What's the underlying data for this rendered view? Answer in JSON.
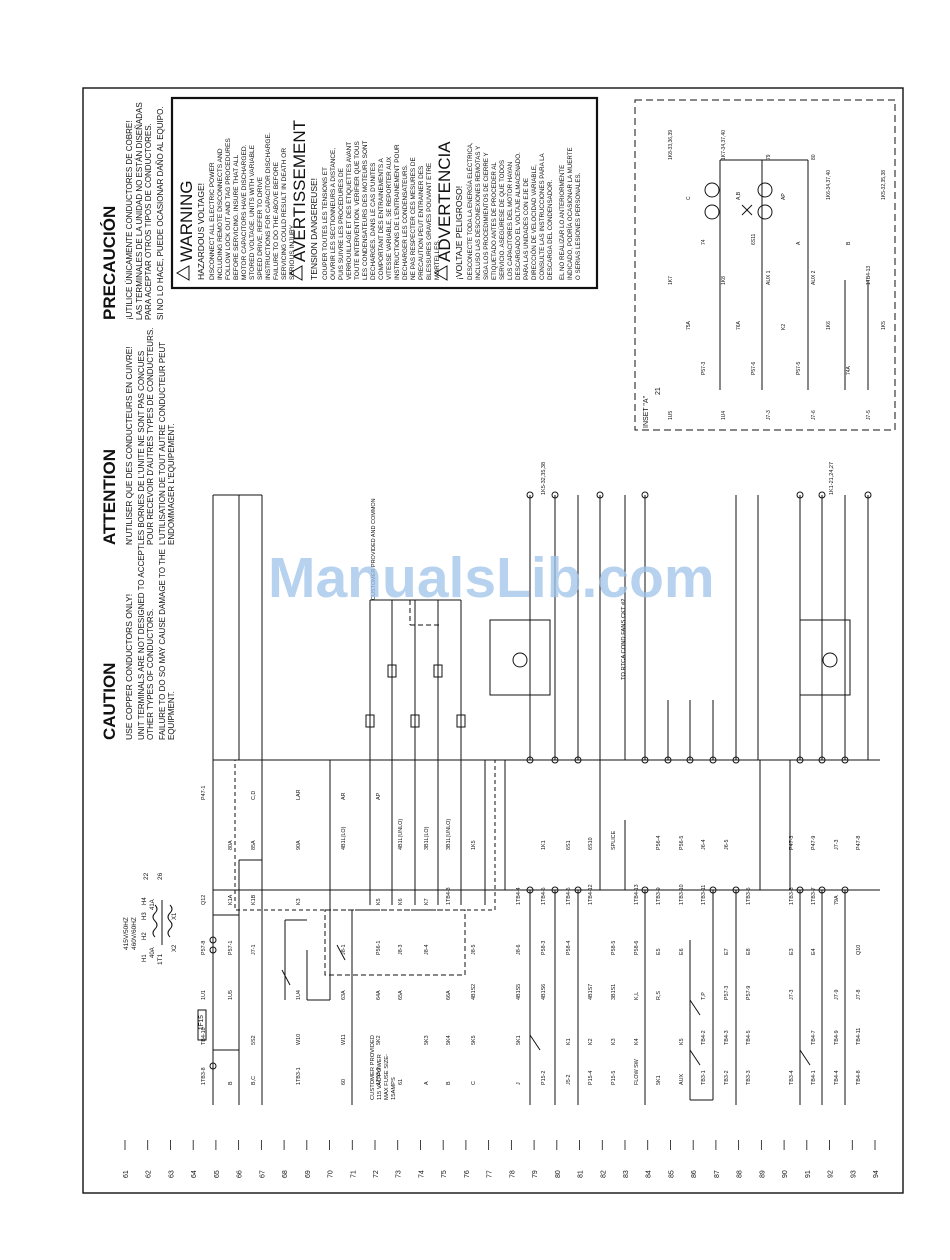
{
  "watermark": "ManualsLib.com",
  "notices": {
    "caution": {
      "title": "CAUTION",
      "lines": [
        "USE COPPER CONDUCTORS ONLY!",
        "UNIT TERMINALS ARE NOT DESIGNED TO ACCEPT",
        "OTHER TYPES OF CONDUCTORS.",
        "FAILURE TO DO SO MAY CAUSE DAMAGE TO THE",
        "EQUIPMENT."
      ]
    },
    "attention": {
      "title": "ATTENTION",
      "lines": [
        "N'UTILISER QUE DES CONDUCTEURS EN CUIVRE!",
        "LES BORNES DE L'UNITE NE SONT PAS CONCUES",
        "POUR RECEVOIR D'AUTRES TYPES DE CONDUCTEURS.",
        "L'UTILISATION DE TOUT AUTRE CONDUCTEUR PEUT",
        "ENDOMMAGER L'EQUIPEMENT."
      ]
    },
    "precaucion": {
      "title": "PRECAUCIÓN",
      "lines": [
        "¡UTILICE ÚNICAMENTE CONDUCTORES DE COBRE!",
        "LAS TERMINALES DE LA UNIDAD NO ESTÁN DISEÑADAS",
        "PARA ACEPTAR OTROS TIPOS DE CONDUCTORES.",
        "SI NO LO HACE, PUEDE OCASIONAR DAÑO AL EQUIPO."
      ]
    },
    "warning": {
      "title": "WARNING",
      "subtitle": "HAZARDOUS VOLTAGE!",
      "lines": [
        "DISCONNECT ALL ELECTRIC POWER",
        "INCLUDING REMOTE DISCONNECTS AND",
        "FOLLOW LOCK OUT AND TAG PROCEDURES",
        "BEFORE SERVICING. INSURE THAT ALL",
        "MOTOR CAPACITORS HAVE DISCHARGED.",
        "STORED VOLTAGE. UNITS WITH VARIABLE",
        "SPEED DRIVE, REFER TO DRIVE",
        "INSTRUCTIONS FOR CAPACITOR DISCHARGE.",
        "FAILURE TO DO THE ABOVE BEFORE",
        "SERVICING COULD RESULT IN DEATH OR",
        "SERIOUS INJURY."
      ]
    },
    "avertissement": {
      "title": "AVERTISSEMENT",
      "subtitle": "TENSION DANGEREUSE!",
      "lines": [
        "COUPER TOUTES LES TENSIONS ET",
        "OUVRIR LES SECTIONNEURS A DISTANCE,",
        "PUIS SUIVRE LES PROCEDURES DE",
        "VERROUILLAGE ET DES ETIQUETTES AVANT",
        "TOUTE INTERVENTION. VERIFIER QUE TOUS",
        "LES CONDENSATEURS DES MOTEURS SONT",
        "DECHARGES. DANS LE CAS D'UNITES",
        "COMPORTANT DES ENTRAINEMENTS A",
        "VITESSE VARIABLE, SE REPORTER AUX",
        "INSTRUCTIONS DE L'ENTRAINEMENT POUR",
        "DECHARGER LES CONDENSATEURS.",
        "NE PAS RESPECTER CES MESURES DE",
        "PRECAUTION PEUT ENTRAINER DES",
        "BLESSURES GRAVES POUVANT ETRE",
        "MORTELLES."
      ]
    },
    "advertencia": {
      "title": "ADVERTENCIA",
      "subtitle": "¡VOLTAJE PELIGROSO!",
      "lines": [
        "DESCONECTE TODA LA ENERGÍA ELÉCTRICA,",
        "INCLUSO LAS DESCONEXIONES REMOTAS Y",
        "SIGA LOS PROCEDIMIENTOS DE CIERRE Y",
        "ETIQUETADO ANTES DE PROCEDER AL",
        "SERVICIO. ASEGÚRESE DE QUE TODOS",
        "LOS CAPACITORES DEL MOTOR HAYAN",
        "DESCARGADO EL VOLTAJE ALMACENADO.",
        "PARA LAS UNIDADES CON EJE DE",
        "DIRECCIÓN DE VELOCIDAD VARIABLE,",
        "CONSULTE LAS INSTRUCCIONES PARA LA",
        "DESCARGA DEL CONDENSADOR.",
        "EL NO REALIZAR LO ANTERIORMENTE",
        "INDICADO, PODRÍA OCASIONAR LA MUERTE",
        "O SERIAS LESIONES PERSONALES."
      ]
    }
  },
  "line_numbers": [
    "61",
    "62",
    "63",
    "64",
    "65",
    "66",
    "67",
    "68",
    "69",
    "70",
    "71",
    "72",
    "73",
    "74",
    "75",
    "76",
    "77",
    "78",
    "79",
    "80",
    "81",
    "82",
    "83",
    "84",
    "85",
    "86",
    "87",
    "88",
    "89",
    "90",
    "91",
    "92",
    "93",
    "94"
  ],
  "transformer": {
    "rating": [
      "415V/50HZ",
      "460V/60HZ"
    ],
    "id": "1T1",
    "terminals": [
      "H1",
      "H2",
      "H3",
      "H4",
      "X1",
      "X2"
    ],
    "wires": [
      "40A",
      "41A"
    ],
    "refs": [
      "22",
      "26"
    ]
  },
  "fuse": {
    "id": "1F15",
    "customer_note": [
      "CUSTOMER PROVIDED",
      "115 VAC POWER",
      "MAX FUSE SIZE-",
      "15AMPS"
    ]
  },
  "rung_labels": [
    "1TB3-8",
    "B",
    "B,C",
    "1TB3-1",
    "60",
    "1TB3-2",
    "61",
    "A",
    "B",
    "C",
    "J",
    "P15-2",
    "J5-2",
    "P15-4",
    "P15-5",
    "FLOW SW",
    "5K1",
    "AUX",
    "TB3-1",
    "TB3-2",
    "TB3-3",
    "TB3-4",
    "TB4-1",
    "TB4-4",
    "TB4-8",
    "TB4-10",
    "5S2",
    "W10",
    "W11",
    "5K2",
    "5K3",
    "5K4",
    "5K5",
    "5K1",
    "K1",
    "K2",
    "K3",
    "K4",
    "K5",
    "TB4-2",
    "TB4-3",
    "TB4-5",
    "TB4-7",
    "TB4-9",
    "TB4-11",
    "1U1",
    "1U5",
    "1U4",
    "63A",
    "64A",
    "65A",
    "66A",
    "4B1S2",
    "4B1S5",
    "4B1S6",
    "4B1S7",
    "3B1S1",
    "K,L",
    "R,S",
    "T,P",
    "P57-3",
    "P57-9",
    "J7-3",
    "J7-9",
    "J7-8",
    "P57-8",
    "P57-1",
    "J7-1",
    "J8-1",
    "P56-1",
    "J8-3",
    "J8-4",
    "J8-5",
    "J8-6",
    "P58-3",
    "P58-4",
    "P58-5",
    "P58-6",
    "E5",
    "E6",
    "E7",
    "E8",
    "E3",
    "E4",
    "Q10",
    "Q12",
    "K1A",
    "K1B",
    "K3",
    "K5",
    "K6",
    "K7",
    "1TB4-3",
    "1TB4-4",
    "1TB4-5",
    "1TB4-6",
    "1TB4-12",
    "1TB4-13",
    "1TB3-9",
    "1TB3-10",
    "1TB3-11",
    "1TB3-5",
    "1TB3-6",
    "1TB3-7",
    "79A",
    "80A",
    "85A",
    "90A",
    "4B1L(LO)",
    "4B1L(UNLO)",
    "3B1L(LO)",
    "3B1L(UNLO)",
    "1K5",
    "1K1",
    "6S1",
    "6S10",
    "SPLICE",
    "P56-4",
    "P56-5",
    "J6-4",
    "J6-5",
    "P47-3",
    "P47-9",
    "J7-3",
    "P47-8",
    "P47-1",
    "C,D",
    "LAR",
    "AR",
    "AP"
  ],
  "diagram_notes": [
    "CUSTOMER PROVIDED AND COMMON",
    "TO RTCA COND FANS CKT #2",
    "1K5-32,35,38",
    "1K1-21,24,27"
  ],
  "inset": {
    "title": "INSET \"A\"",
    "ref": "21",
    "labels": [
      "1U5",
      "1U4",
      "J7-3",
      "J7-6",
      "J7-5",
      "P57-3",
      "P57-6",
      "P57-5",
      "74A",
      "75A",
      "76A",
      "K2",
      "1K6",
      "1K5",
      "1K7",
      "1K8",
      "AUX 1",
      "AUX 2",
      "1TB4-13",
      "74",
      "6S11",
      "A",
      "B",
      "C",
      "A,B",
      "AP",
      "1K6-34,37,40",
      "1K5-32,35,38",
      "1K8-33,36,39",
      "1K7-34,37,40",
      "79",
      "80"
    ]
  },
  "colors": {
    "ink": "#111111",
    "watermark": "#9fc3ea",
    "paper": "#ffffff"
  }
}
